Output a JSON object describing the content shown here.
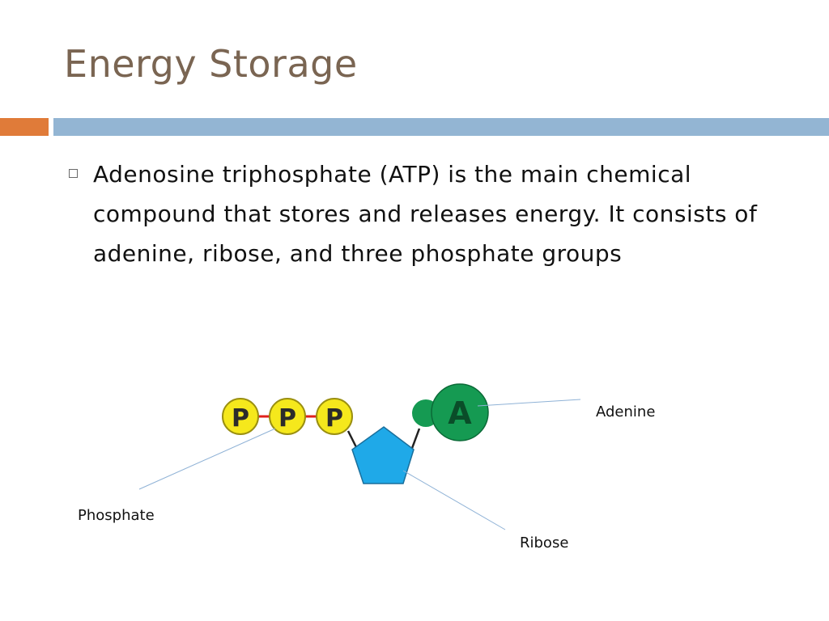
{
  "slide": {
    "title": "Energy Storage",
    "bullet": "Adenosine triphosphate (ATP) is the main chemical compound that stores and releases energy. It consists of adenine, ribose, and three phosphate groups",
    "accent_colors": {
      "title": "#7a6552",
      "bar_orange": "#e07b39",
      "bar_blue": "#93b5d3"
    }
  },
  "diagram": {
    "phosphate_glyph": "P",
    "adenine_glyph": "A",
    "labels": {
      "adenine": "Adenine",
      "phosphate": "Phosphate",
      "ribose": "Ribose"
    },
    "colors": {
      "phosphate_fill": "#f5e81c",
      "adenine_fill": "#159a52",
      "ribose_fill": "#1fa9e8",
      "phosphate_bond": "#e0201b",
      "leader_line": "#8fb2d6"
    }
  }
}
